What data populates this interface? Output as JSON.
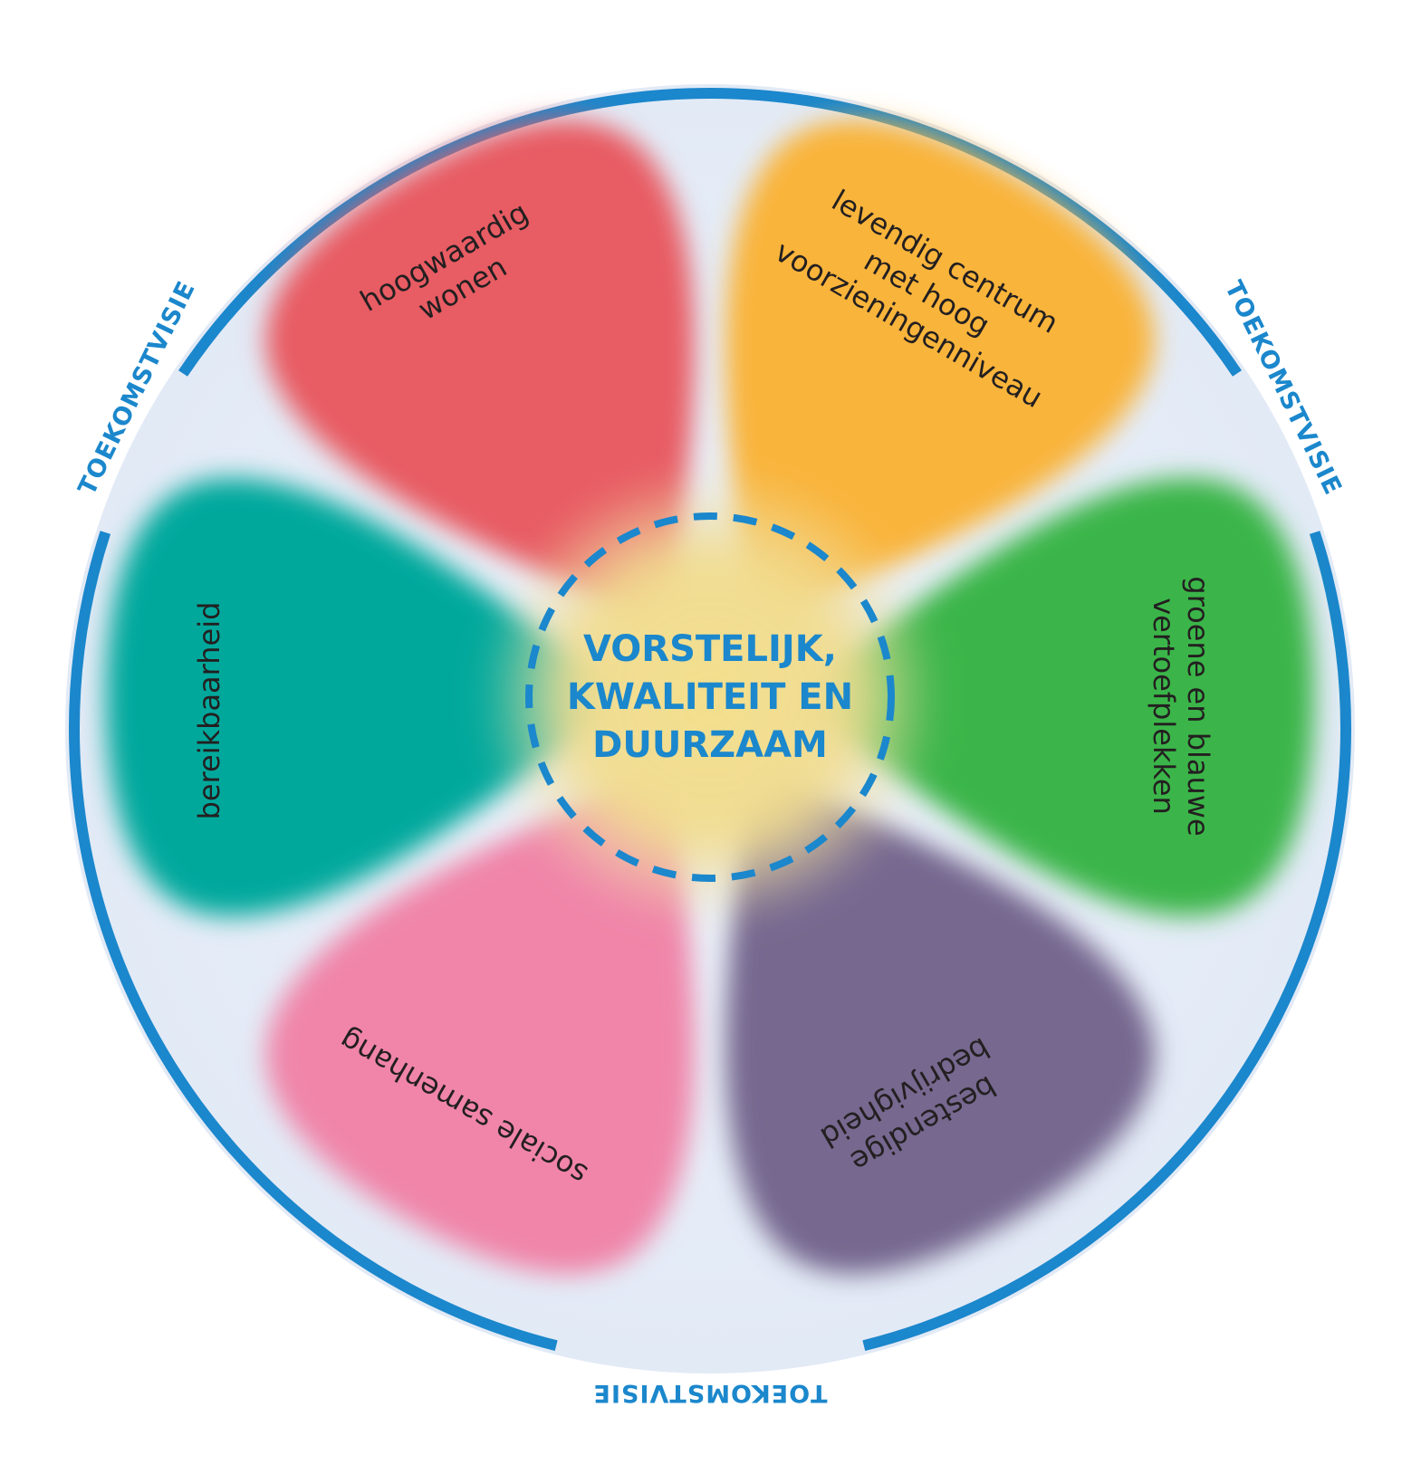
{
  "center": {
    "lines": [
      "VORSTELIJK,",
      "KWALITEIT EN",
      "DUURZAAM"
    ]
  },
  "ring_labels": [
    "TOEKOMSTVISIE",
    "TOEKOMSTVISIE",
    "TOEKOMSTVISIE"
  ],
  "petals": [
    {
      "id": "red",
      "color": "#e85b63",
      "lines": [
        "hoogwaardig",
        "wonen"
      ]
    },
    {
      "id": "orange",
      "color": "#f9b43a",
      "lines": [
        "levendig centrum",
        "met hoog",
        "voorzieningenniveau"
      ]
    },
    {
      "id": "green",
      "color": "#3bb54a",
      "lines": [
        "groene en blauwe",
        "vertoefplekken"
      ]
    },
    {
      "id": "purple",
      "color": "#76688f",
      "lines": [
        "bestendige",
        "bedrijvigheid"
      ]
    },
    {
      "id": "pink",
      "color": "#f085a9",
      "lines": [
        "sociale samenhang"
      ]
    },
    {
      "id": "teal",
      "color": "#00a89c",
      "lines": [
        "bereikbaarheid"
      ]
    }
  ],
  "colors": {
    "ring": "#1b87cc",
    "disc": "#e7eef8",
    "center_glow": "#f2df8e"
  }
}
